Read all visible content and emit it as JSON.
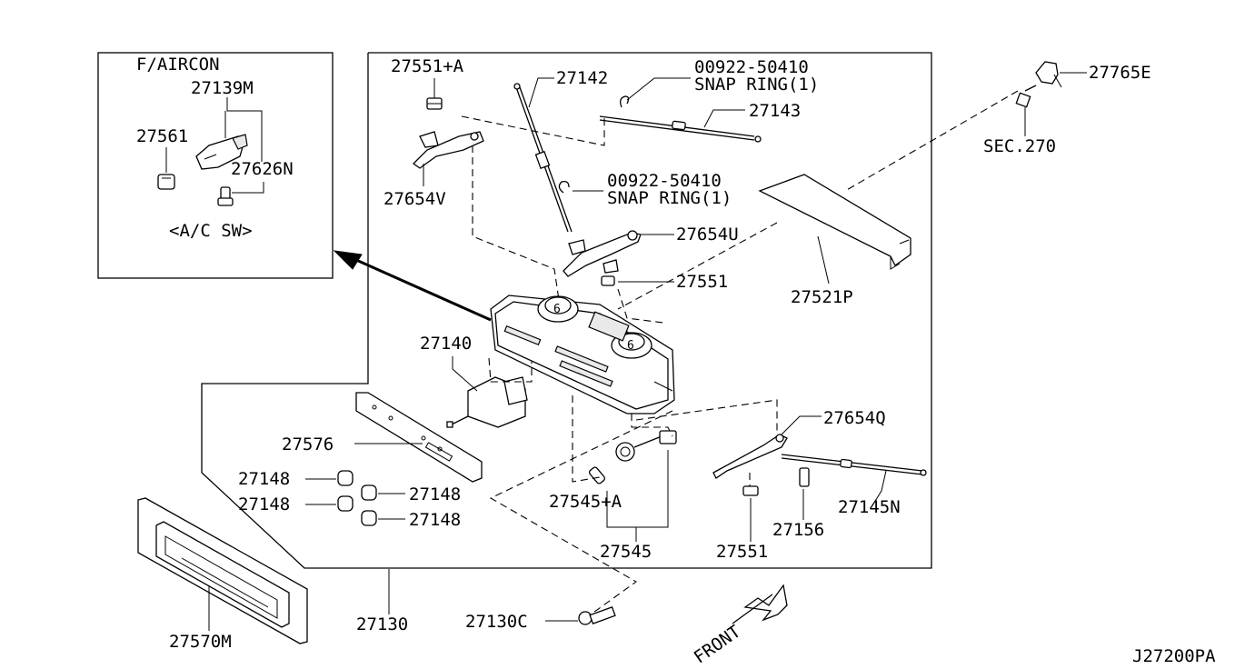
{
  "inset": {
    "title": "F/AIRCON",
    "caption": "<A/C SW>",
    "labels": [
      "27139M",
      "27561",
      "27626N"
    ]
  },
  "labels": {
    "l27551A": "27551+A",
    "l27142": "27142",
    "snap1_part": "00922-50410",
    "snap1_name": "SNAP RING(1)",
    "l27143": "27143",
    "l27765E": "27765E",
    "sec270": "SEC.270",
    "l27654V": "27654V",
    "snap2_part": "00922-50410",
    "snap2_name": "SNAP RING(1)",
    "l27654U": "27654U",
    "l27551a": "27551",
    "l27521P": "27521P",
    "l27140": "27140",
    "l27576": "27576",
    "l27148a": "27148",
    "l27148b": "27148",
    "l27148c": "27148",
    "l27148d": "27148",
    "l27654Q": "27654Q",
    "l27545A": "27545+A",
    "l27156": "27156",
    "l27145N": "27145N",
    "l27545": "27545",
    "l27551b": "27551",
    "l27130": "27130",
    "l27130C": "27130C",
    "l27570M": "27570M",
    "front": "FRONT",
    "drawing_code": "J27200PA"
  }
}
